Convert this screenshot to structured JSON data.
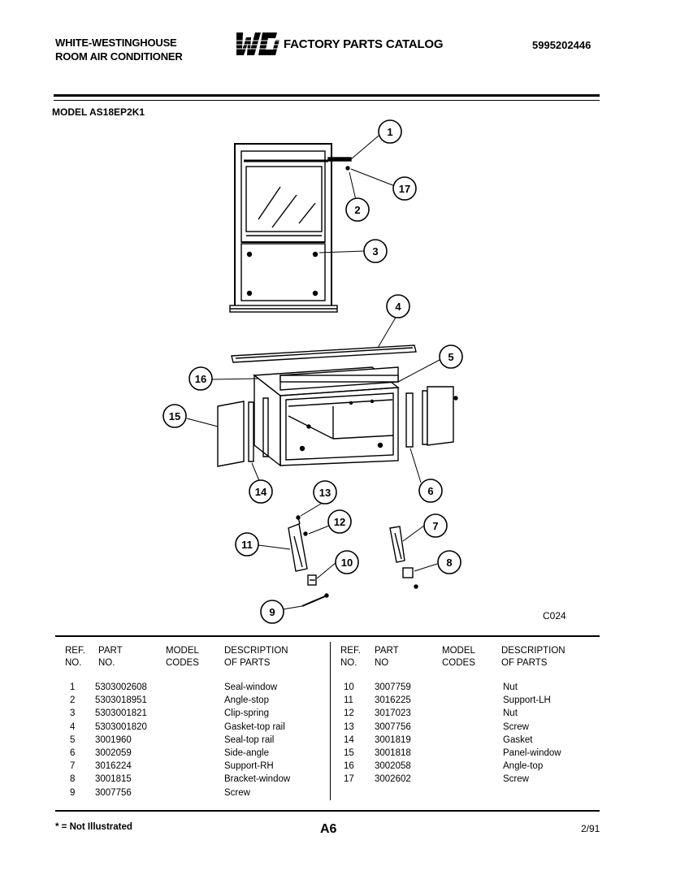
{
  "header": {
    "brand_line1": "WHITE-WESTINGHOUSE",
    "brand_line2": "ROOM AIR CONDITIONER",
    "logo_text": "WCI",
    "catalog_title": "FACTORY PARTS CATALOG",
    "catalog_number": "5995202446",
    "model_label": "MODEL AS18EP2K1"
  },
  "diagram": {
    "code": "C024",
    "callouts": [
      "1",
      "2",
      "3",
      "4",
      "5",
      "6",
      "7",
      "8",
      "9",
      "10",
      "11",
      "12",
      "13",
      "14",
      "15",
      "16",
      "17"
    ]
  },
  "table": {
    "headers": {
      "ref": [
        "REF.",
        "NO."
      ],
      "part": [
        "PART",
        "NO."
      ],
      "model": [
        "MODEL",
        "CODES"
      ],
      "desc": [
        "DESCRIPTION",
        "OF PARTS"
      ],
      "part_r": [
        "PART",
        "NO"
      ]
    },
    "left_rows": [
      {
        "ref": "1",
        "part": "5303002608",
        "desc": "Seal-window"
      },
      {
        "ref": "2",
        "part": "5303018951",
        "desc": "Angle-stop"
      },
      {
        "ref": "3",
        "part": "5303001821",
        "desc": "Clip-spring"
      },
      {
        "ref": "4",
        "part": "5303001820",
        "desc": "Gasket-top rail"
      },
      {
        "ref": "5",
        "part": "3001960",
        "desc": "Seal-top rail"
      },
      {
        "ref": "6",
        "part": "3002059",
        "desc": "Side-angle"
      },
      {
        "ref": "7",
        "part": "3016224",
        "desc": "Support-RH"
      },
      {
        "ref": "8",
        "part": "3001815",
        "desc": "Bracket-window"
      },
      {
        "ref": "9",
        "part": "3007756",
        "desc": "Screw"
      }
    ],
    "right_rows": [
      {
        "ref": "10",
        "part": "3007759",
        "desc": "Nut"
      },
      {
        "ref": "11",
        "part": "3016225",
        "desc": "Support-LH"
      },
      {
        "ref": "12",
        "part": "3017023",
        "desc": "Nut"
      },
      {
        "ref": "13",
        "part": "3007756",
        "desc": "Screw"
      },
      {
        "ref": "14",
        "part": "3001819",
        "desc": "Gasket"
      },
      {
        "ref": "15",
        "part": "3001818",
        "desc": "Panel-window"
      },
      {
        "ref": "16",
        "part": "3002058",
        "desc": "Angle-top"
      },
      {
        "ref": "17",
        "part": "3002602",
        "desc": "Screw"
      }
    ]
  },
  "footer": {
    "note": "* = Not Illustrated",
    "page": "A6",
    "date": "2/91"
  }
}
